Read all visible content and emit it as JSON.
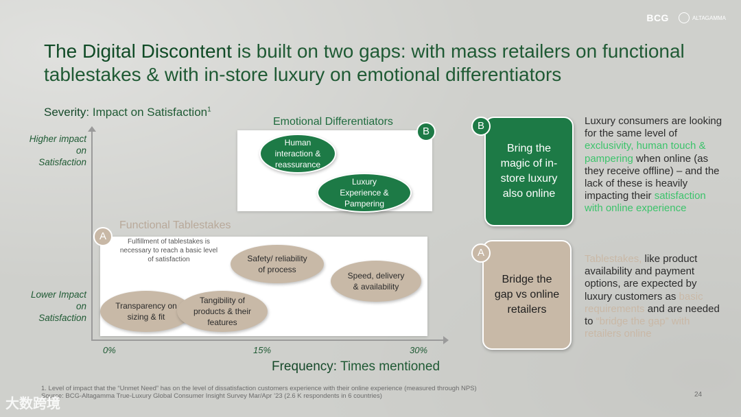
{
  "logos": {
    "bcg": "BCG",
    "altagamma": "ALTAGAMMA"
  },
  "title": {
    "highlight": "The Digital Discontent",
    "rest": " is built on two gaps: with mass retailers on functional tablestakes & with in-store luxury on emotional differentiators"
  },
  "chart": {
    "severity_bold": "Severity",
    "severity_rest": ": Impact on Satisfaction",
    "severity_sup": "1",
    "y_high": "Higher impact on Satisfaction",
    "y_low": "Lower Impact on Satisfaction",
    "x_ticks": [
      "0%",
      "15%",
      "30%"
    ],
    "x_label_bold": "Frequency:",
    "x_label_rest": " Times mentioned",
    "emotional": {
      "title": "Emotional Differentiators",
      "badge": "B",
      "bubbles": [
        "Human interaction & reassurance",
        "Luxury Experience & Pampering"
      ]
    },
    "functional": {
      "title": "Functional Tablestakes",
      "badge": "A",
      "note": "Fulfillment of tablestakes is necessary to reach a basic level of satisfaction",
      "bubbles": [
        "Safety/ reliability of process",
        "Speed, delivery & availability",
        "Transparency on sizing & fit",
        "Tangibility of products & their features"
      ]
    }
  },
  "cards": {
    "b": {
      "badge": "B",
      "label": "Bring the magic of in-store luxury also online",
      "desc_1": "Luxury consumers are looking for the same level of ",
      "desc_hl1": "exclusivity, human touch & pampering",
      "desc_2": " when online (as they receive offline) – and the lack of these is heavily impacting their ",
      "desc_hl2": "satisfaction with online experience"
    },
    "a": {
      "badge": "A",
      "label": "Bridge the gap vs online retailers",
      "desc_hl1": "Tablestakes,",
      "desc_1": " like product availability and payment options, are expected by luxury customers as ",
      "desc_hl2": "basic requirements",
      "desc_2": " and are needed to ",
      "desc_hl3": "“bridge the gap” with retailers online"
    }
  },
  "footnote": {
    "line1": "1.    Level of impact that the “Unmet Need” has on the level of dissatisfaction customers experience with their online experience (measured through NPS)",
    "line2": "Source: BCG-Altagamma True-Luxury Global Consumer Insight Survey Mar/Apr ’23 (2.6 K respondents in 6 countries)"
  },
  "page_number": "24",
  "watermark": "大数跨境",
  "colors": {
    "green": "#1d7a46",
    "tan": "#c8b9a7",
    "title_green": "#1f5a34",
    "highlight_green": "#3cc36b"
  }
}
